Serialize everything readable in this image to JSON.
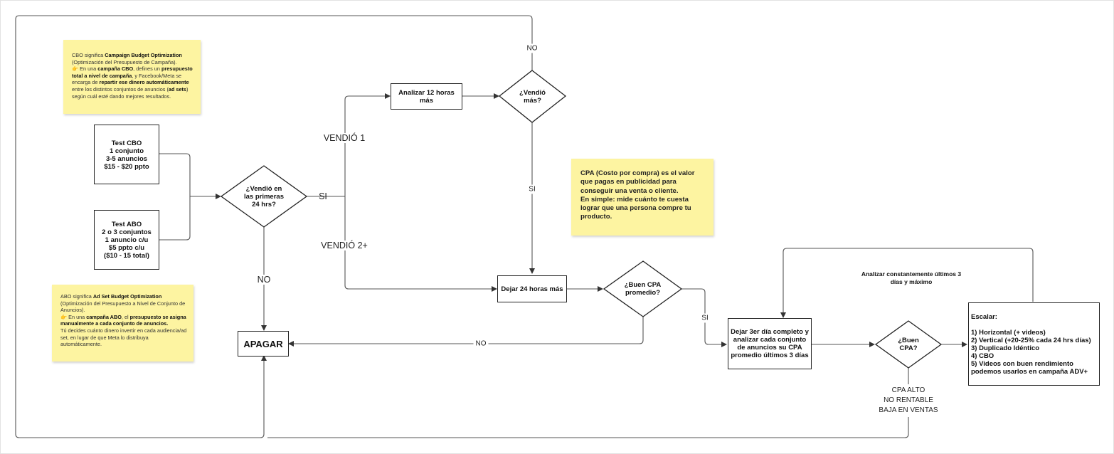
{
  "nodes": {
    "test_cbo": "Test CBO\n1 conjunto\n3-5 anuncios\n$15 - $20 ppto",
    "test_abo": "Test ABO\n2 o 3 conjuntos\n1 anuncio c/u\n$5 ppto c/u\n($10 - 15 total)",
    "vendio_24": "¿Vendió en\nlas primeras\n24 hrs?",
    "analizar_12": "Analizar 12 horas\nmás",
    "vendio_mas": "¿Vendió\nmás?",
    "dejar_24": "Dejar 24 horas más",
    "buen_cpa_promedio": "¿Buen CPA\npromedio?",
    "apagar": "APAGAR",
    "dejar_3er": "Dejar 3er día completo y\nanalizar cada conjunto\nde anuncios su CPA\npromedio últimos 3 días",
    "buen_cpa": "¿Buen\nCPA?",
    "escalar_title": "Escalar:",
    "escalar_items": "1) Horizontal (+ videos)\n2) Vertical (+20-25% cada 24 hrs días)\n3) Duplicado Idéntico\n4) CBO\n5) Videos con buen rendimiento\npodemos usarlos en campaña ADV+"
  },
  "edge_labels": {
    "si_main": "SI",
    "vendio_1": "VENDIÓ 1",
    "vendio_2": "VENDIÓ 2+",
    "no_main": "NO",
    "no_top": "NO",
    "si_mid": "SI",
    "no_cpa": "NO",
    "si_cpa": "SI",
    "loop_note": "Analizar constantemente últimos 3\ndías y máximo",
    "cpa_alto": "CPA ALTO\nNO RENTABLE\nBAJA EN VENTAS"
  },
  "stickies": {
    "cbo": {
      "p1a": "CBO significa ",
      "p1b": "Campaign Budget Optimization",
      "p1c": " (Optimización del Presupuesto de Campaña).",
      "p2a": "👉 En una ",
      "p2b": "campaña CBO",
      "p2c": ", defines un ",
      "p2d": "presupuesto total a nivel de campaña",
      "p2e": ", y Facebook/Meta se encarga de ",
      "p2f": "repartir ese dinero automáticamente",
      "p2g": " entre los distintos conjuntos de anuncios (",
      "p2h": "ad sets",
      "p2i": ") según cuál esté dando mejores resultados."
    },
    "abo": {
      "p1a": "ABO significa ",
      "p1b": "Ad Set Budget Optimization",
      "p1c": " (Optimización del Presupuesto a Nivel de Conjunto de Anuncios).",
      "p2a": "👉 En una ",
      "p2b": "campaña ABO",
      "p2c": ", el ",
      "p2d": "presupuesto se asigna manualmente a cada conjunto de anuncios.",
      "p3": "Tú decides cuánto dinero invertir en cada audiencia/ad set, en lugar de que Meta lo distribuya automáticamente."
    },
    "cpa": "CPA (Costo por compra) es el valor que pagas en publicidad para conseguir una venta o cliente.\nEn simple: mide cuánto te cuesta lograr que una persona compre tu producto."
  },
  "colors": {
    "sticky": "#fdf4a1",
    "line": "#555555",
    "border": "#222222"
  }
}
